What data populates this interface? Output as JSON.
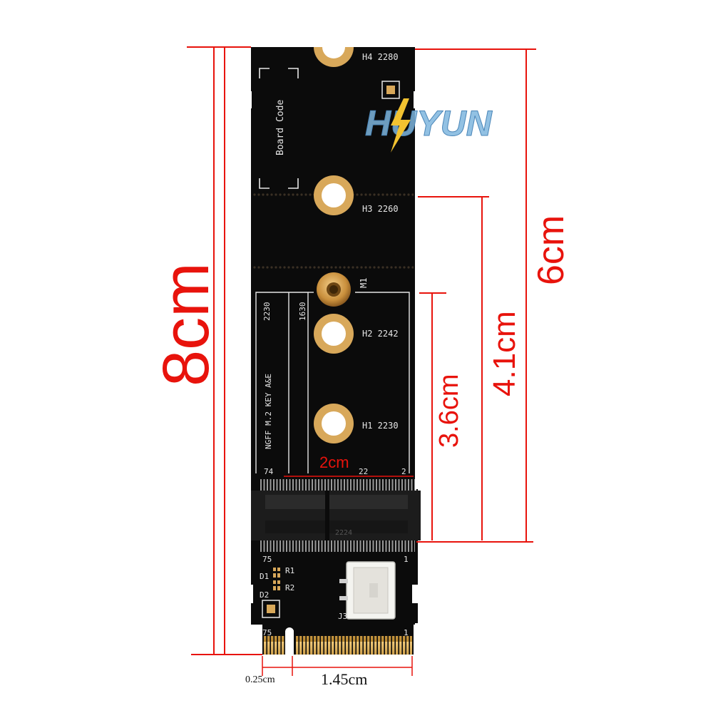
{
  "colors": {
    "pcb": "#0b0b0b",
    "gold": "#d8a85a",
    "dimension": "#e8130c",
    "silkscreen": "#e6e6e6",
    "watermark": "#7fb6de"
  },
  "watermark": {
    "text": "HUYUN"
  },
  "board": {
    "mount_labels": {
      "h4": "H4 2280",
      "h3": "H3 2260",
      "h2": "H2 2242",
      "h1": "H1 2230",
      "m1": "M1"
    },
    "board_code": "Board Code",
    "size_2230": "2230",
    "size_1630": "1630",
    "key_label": "NGFF M.2 KEY A&E",
    "slot_pins": {
      "left": "74",
      "middle": "22",
      "right": "2"
    },
    "slot_marking": "2224",
    "lower_pins": {
      "top_left": "75",
      "top_right": "1",
      "bottom_left": "75",
      "bottom_right": "1"
    },
    "components": {
      "d1": "D1",
      "r1": "R1",
      "d2": "D2",
      "r2": "R2",
      "j3": "J3"
    }
  },
  "dimensions": {
    "total_length": "8cm",
    "to_h4": "6cm",
    "to_h3": "4.1cm",
    "to_h2": "3.6cm",
    "slot_width": "2cm",
    "notch_width": "0.25cm",
    "edge_width": "1.45cm"
  }
}
